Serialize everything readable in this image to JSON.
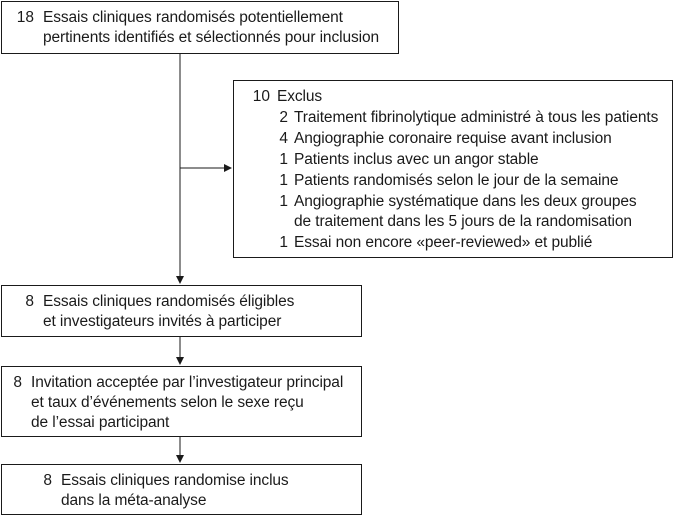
{
  "box1": {
    "count": "18",
    "lines": [
      "Essais cliniques randomisés potentiellement",
      "pertinents identifiés et sélectionnés pour inclusion"
    ]
  },
  "excluded": {
    "count": "10",
    "title": "Exclus",
    "items": [
      {
        "count": "2",
        "lines": [
          "Traitement fibrinolytique administré à tous les patients"
        ]
      },
      {
        "count": "4",
        "lines": [
          "Angiographie coronaire requise avant inclusion"
        ]
      },
      {
        "count": "1",
        "lines": [
          "Patients inclus avec un angor stable"
        ]
      },
      {
        "count": "1",
        "lines": [
          "Patients randomisés selon le jour de la semaine"
        ]
      },
      {
        "count": "1",
        "lines": [
          "Angiographie systématique dans les deux groupes",
          "de traitement dans les 5 jours de la randomisation"
        ]
      },
      {
        "count": "1",
        "lines": [
          "Essai non encore «peer-reviewed» et publié"
        ]
      }
    ]
  },
  "box2": {
    "count": "8",
    "lines": [
      "Essais cliniques randomisés éligibles",
      "et investigateurs invités à participer"
    ]
  },
  "box3": {
    "count": "8",
    "lines": [
      "Invitation acceptée par l’investigateur principal",
      "et taux d’événements selon le sexe reçu",
      "de l’essai participant"
    ]
  },
  "box4": {
    "count": "8",
    "lines": [
      "Essais cliniques randomise inclus",
      "dans la méta-analyse"
    ]
  }
}
